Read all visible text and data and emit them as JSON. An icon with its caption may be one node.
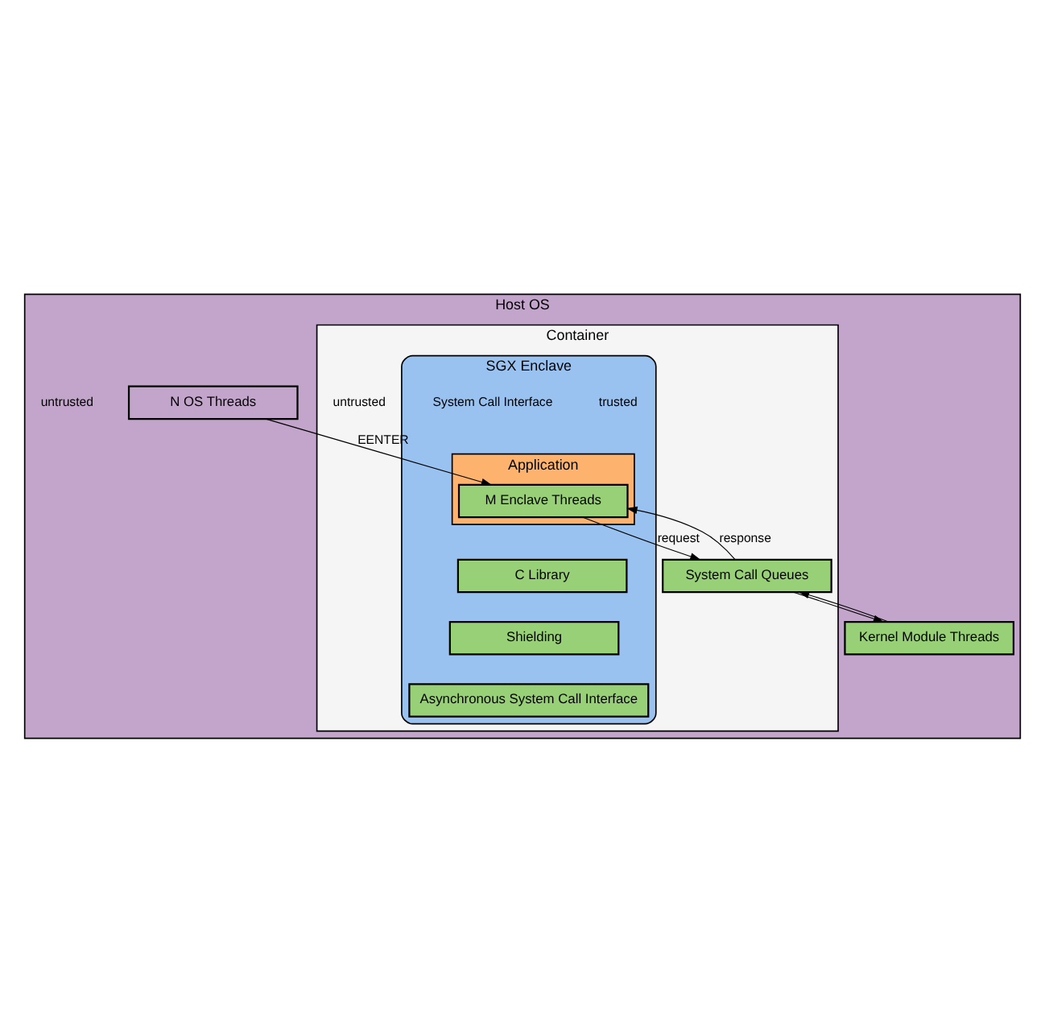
{
  "diagram": {
    "nodes": [
      {
        "text": [
          "Host OS"
        ]
      },
      {
        "text": [
          "Container"
        ],
        "in": 0
      },
      {
        "text": [
          "N OS Threads"
        ],
        "in": 0
      },
      {
        "text": [
          "SGX Enclave"
        ],
        "in": 1
      },
      {
        "text": [
          "Application"
        ],
        "in": 3
      },
      {
        "text": [
          "M Enclave Threads"
        ],
        "in": 4
      },
      {
        "text": [
          "C Library"
        ],
        "in": 3
      },
      {
        "text": [
          "Shielding"
        ],
        "in": 3
      },
      {
        "text": [
          "Asynchronous System Call Interface"
        ],
        "in": 3
      },
      {
        "text": [
          "System Call Queues"
        ],
        "in": 1
      },
      {
        "text": [
          "Kernel Module Threads"
        ],
        "in": 0
      }
    ],
    "edges": [
      {
        "from": 2,
        "to": 5,
        "arrow": "to",
        "label": "EENTER"
      },
      {
        "from": 5,
        "to": 9,
        "arrow": "to",
        "label": "request"
      },
      {
        "from": 9,
        "to": 5,
        "arrow": "to",
        "label": "response"
      },
      {
        "from": 9,
        "to": 10,
        "arrow": "to"
      },
      {
        "from": 10,
        "to": 9,
        "arrow": "to"
      }
    ],
    "labels": [
      "trusted",
      "System Call Interface",
      "untrusted",
      "untrusted"
    ]
  }
}
